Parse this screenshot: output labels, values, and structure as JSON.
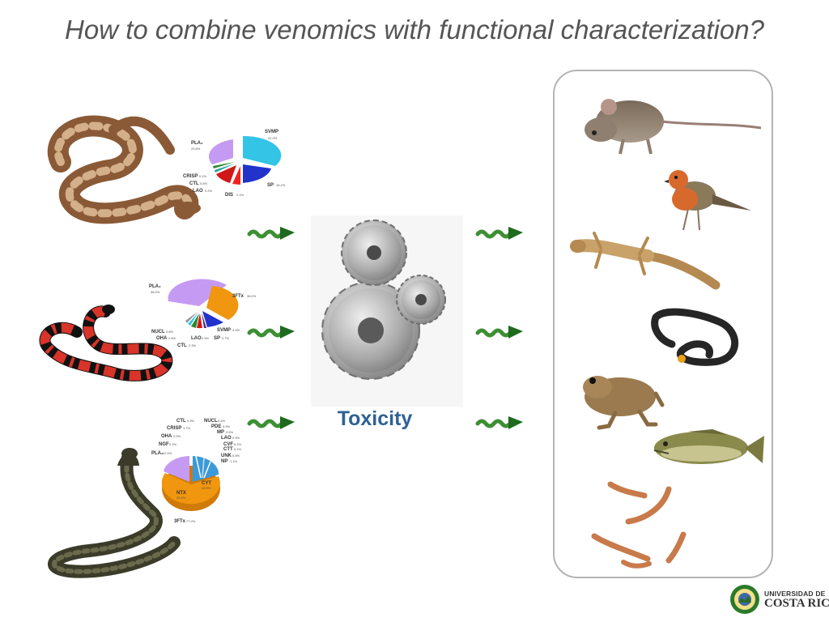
{
  "slide": {
    "title": "How to combine venomics with functional characterization?",
    "center_label": "Toxicity"
  },
  "venom_charts": [
    {
      "name": "viper-venom",
      "labels": {
        "SVMP": {
          "text": "SVMP",
          "pct": "41.9%"
        },
        "PLA2": {
          "text": "PLA₂",
          "pct": "29.8%"
        },
        "CRISP": {
          "text": "CRISP",
          "pct": "0.1%"
        },
        "CTL": {
          "text": "CTL",
          "pct": "0.6%"
        },
        "LAO": {
          "text": "LAO",
          "pct": "9.2%"
        },
        "DIS": {
          "text": "DIS",
          "pct": "2.1%"
        },
        "SP": {
          "text": "SP",
          "pct": "16.2%"
        }
      },
      "colors": {
        "SVMP": "#33c4e6",
        "PLA2": "#c59af2",
        "SP": "#2233cc",
        "LAO": "#d01818",
        "DIS": "#ee2222",
        "CTL": "#2aa0a0",
        "CRISP": "#2c8a2c"
      }
    },
    {
      "name": "coral-snake-venom",
      "labels": {
        "PLA2": {
          "text": "PLA₂",
          "pct": "48.0%"
        },
        "3FTx": {
          "text": "3FTx",
          "pct": "38.0%"
        },
        "NUCL": {
          "text": "NUCL",
          "pct": "0.8%"
        },
        "OHA": {
          "text": "OHA",
          "pct": "2.6%"
        },
        "LAO": {
          "text": "LAO",
          "pct": "2.5%"
        },
        "SVMP": {
          "text": "SVMP",
          "pct": "4.5%"
        },
        "SP": {
          "text": "SP",
          "pct": "0.7%"
        },
        "CTL": {
          "text": "CTL",
          "pct": "2.3%"
        }
      },
      "colors": {
        "PLA2": "#c59af2",
        "3FTx": "#f0960f",
        "SVMP": "#2233cc",
        "LAO": "#d01818",
        "OHA": "#2c8a2c",
        "NUCL": "#33c4e6",
        "CTL": "#999999",
        "SP": "#4a2a80"
      }
    },
    {
      "name": "cobra-venom",
      "labels": {
        "CTL": {
          "text": "CTL",
          "pct": "0.9%"
        },
        "NUCL": {
          "text": "NUCL",
          "pct": "0.4%"
        },
        "CRISP": {
          "text": "CRISP",
          "pct": "1.7%"
        },
        "PDE": {
          "text": "PDE",
          "pct": "0.9%"
        },
        "OHA": {
          "text": "OHA",
          "pct": "0.9%"
        },
        "MP": {
          "text": "MP",
          "pct": "2.4%"
        },
        "LAO": {
          "text": "LAO",
          "pct": "0.9%"
        },
        "NGF": {
          "text": "NGF",
          "pct": "0.3%"
        },
        "CVF": {
          "text": "CVF",
          "pct": "0.1%"
        },
        "CTT": {
          "text": "CTT",
          "pct": "0.1%"
        },
        "PLA2": {
          "text": "PLA₂",
          "pct": "12.0%"
        },
        "UNK": {
          "text": "UNK",
          "pct": "0.8%"
        },
        "NP": {
          "text": "NP",
          "pct": "1.1%"
        },
        "CYT": {
          "text": "CYT",
          "pct": "40.9%"
        },
        "NTX": {
          "text": "NTX",
          "pct": "33.3%"
        },
        "3FTx": {
          "text": "3FTx",
          "pct": "77.0%"
        }
      },
      "colors": {
        "CYT": "#f0960f",
        "NTX": "#f0960f",
        "PLA2": "#c59af2",
        "small": "#3b9ad9"
      }
    }
  ],
  "organisms": [
    "mouse",
    "bird",
    "lizard",
    "snake",
    "frog",
    "fish",
    "insect-larvae"
  ],
  "colors": {
    "arrow": "#3d8f34",
    "arrow_tip": "#1e6a1e",
    "title": "#555555",
    "center_label": "#2e6194",
    "panel_border": "#b4b4b4"
  },
  "logo": {
    "line1": "UNIVERSIDAD DE",
    "line2": "COSTA RICA"
  }
}
